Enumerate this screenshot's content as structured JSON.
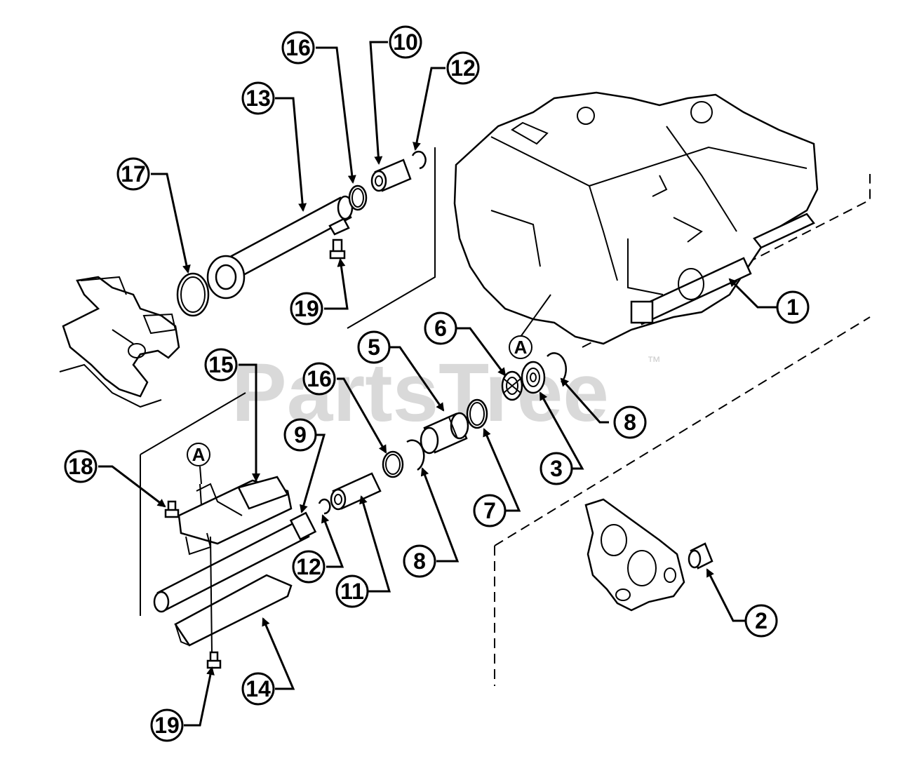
{
  "watermark": {
    "brand": "PartsTree",
    "trademark": "™"
  },
  "reference_marks": [
    "A",
    "A"
  ],
  "callouts": [
    {
      "id": "c1",
      "label": "1"
    },
    {
      "id": "c2",
      "label": "2"
    },
    {
      "id": "c3",
      "label": "3"
    },
    {
      "id": "c5",
      "label": "5"
    },
    {
      "id": "c6",
      "label": "6"
    },
    {
      "id": "c7",
      "label": "7"
    },
    {
      "id": "c8a",
      "label": "8"
    },
    {
      "id": "c8b",
      "label": "8"
    },
    {
      "id": "c9",
      "label": "9"
    },
    {
      "id": "c10",
      "label": "10"
    },
    {
      "id": "c11",
      "label": "11"
    },
    {
      "id": "c12a",
      "label": "12"
    },
    {
      "id": "c12b",
      "label": "12"
    },
    {
      "id": "c13",
      "label": "13"
    },
    {
      "id": "c14",
      "label": "14"
    },
    {
      "id": "c15",
      "label": "15"
    },
    {
      "id": "c16a",
      "label": "16"
    },
    {
      "id": "c16b",
      "label": "16"
    },
    {
      "id": "c17",
      "label": "17"
    },
    {
      "id": "c18",
      "label": "18"
    },
    {
      "id": "c19a",
      "label": "19"
    },
    {
      "id": "c19b",
      "label": "19"
    }
  ]
}
